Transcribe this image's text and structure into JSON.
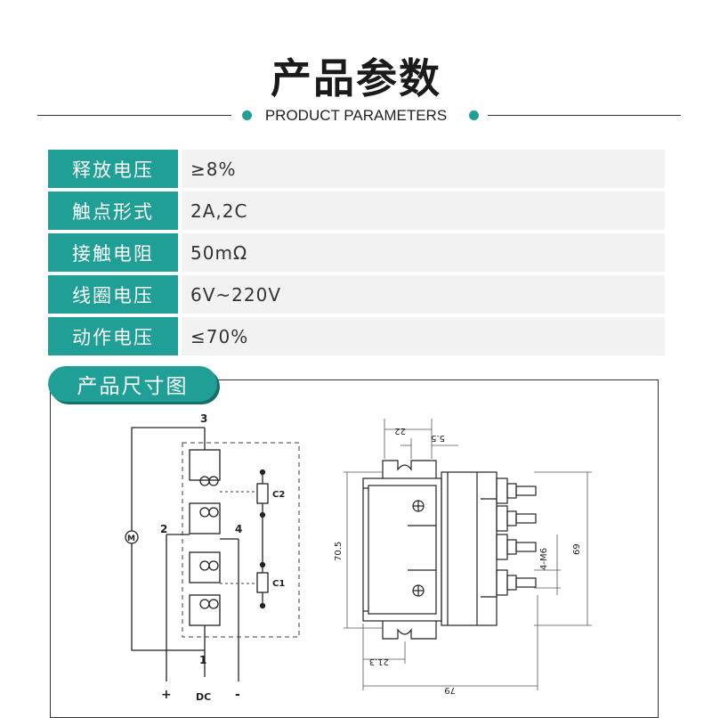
{
  "header": {
    "title": "产品参数",
    "subtitle": "PRODUCT PARAMETERS"
  },
  "params": [
    {
      "label": "释放电压",
      "value": "≥8%"
    },
    {
      "label": "触点形式",
      "value": "2A,2C"
    },
    {
      "label": "接触电阻",
      "value": "50mΩ"
    },
    {
      "label": "线圈电压",
      "value": "6V~220V"
    },
    {
      "label": "动作电压",
      "value": "≤70%"
    }
  ],
  "dimensions_section": {
    "title": "产品尺寸图",
    "circuit": {
      "terminal_3": "3",
      "terminal_2": "2",
      "terminal_4": "4",
      "terminal_1": "1",
      "coil": "M",
      "cap_c2": "C2",
      "cap_c1": "C1",
      "plus": "+",
      "minus": "-",
      "dc": "DC"
    },
    "drawing": {
      "dim_22": "22",
      "dim_5_5": "5.5",
      "dim_70_5": "70.5",
      "dim_69": "69",
      "dim_4m6": "4-M6",
      "dim_21_3": "21.3",
      "dim_79": "79"
    }
  },
  "colors": {
    "accent": "#1f9f95",
    "row_bg": "#f2f2f2"
  }
}
